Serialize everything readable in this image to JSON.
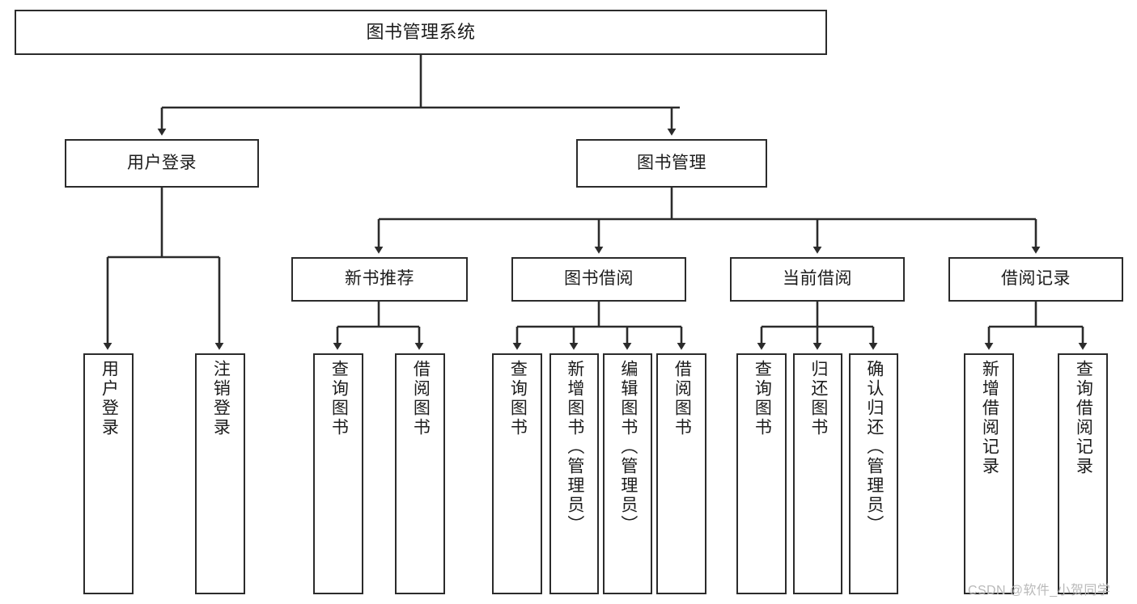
{
  "diagram": {
    "title": "图书管理系统",
    "type": "tree",
    "orientation": "top-down",
    "colors": {
      "node_border": "#2b2b2b",
      "node_fill": "#ffffff",
      "connector": "#2b2b2b",
      "text": "#1c1c1c",
      "watermark": "#b9b9b9",
      "background": "#ffffff"
    },
    "nodes": {
      "root": {
        "label": "图书管理系统",
        "level": 1
      },
      "l2": [
        {
          "id": "user-login",
          "label": "用户登录",
          "level": 2
        },
        {
          "id": "book-manage",
          "label": "图书管理",
          "level": 2
        }
      ],
      "l3": [
        {
          "id": "new-book-rec",
          "label": "新书推荐",
          "level": 3,
          "parent": "book-manage"
        },
        {
          "id": "book-borrow",
          "label": "图书借阅",
          "level": 3,
          "parent": "book-manage"
        },
        {
          "id": "current-borrow",
          "label": "当前借阅",
          "level": 3,
          "parent": "book-manage"
        },
        {
          "id": "borrow-record",
          "label": "借阅记录",
          "level": 3,
          "parent": "book-manage"
        }
      ],
      "leaves": [
        {
          "id": "leaf-user-login",
          "label": "用户登录",
          "parent": "user-login"
        },
        {
          "id": "leaf-user-logout",
          "label": "注销登录",
          "parent": "user-login"
        },
        {
          "id": "leaf-query-book-1",
          "label": "查询图书",
          "parent": "new-book-rec"
        },
        {
          "id": "leaf-borrow-book-1",
          "label": "借阅图书",
          "parent": "new-book-rec"
        },
        {
          "id": "leaf-query-book-2",
          "label": "查询图书",
          "parent": "book-borrow"
        },
        {
          "id": "leaf-add-book",
          "label": "新增图书（管理员）",
          "parent": "book-borrow"
        },
        {
          "id": "leaf-edit-book",
          "label": "编辑图书（管理员）",
          "parent": "book-borrow"
        },
        {
          "id": "leaf-borrow-book-2",
          "label": "借阅图书",
          "parent": "book-borrow"
        },
        {
          "id": "leaf-query-book-3",
          "label": "查询图书",
          "parent": "current-borrow"
        },
        {
          "id": "leaf-return-book",
          "label": "归还图书",
          "parent": "current-borrow"
        },
        {
          "id": "leaf-confirm-return",
          "label": "确认归还（管理员）",
          "parent": "current-borrow"
        },
        {
          "id": "leaf-add-record",
          "label": "新增借阅记录",
          "parent": "borrow-record"
        },
        {
          "id": "leaf-query-record",
          "label": "查询借阅记录",
          "parent": "borrow-record"
        }
      ]
    }
  },
  "watermark": {
    "text": "CSDN @软件_小贺同学"
  }
}
